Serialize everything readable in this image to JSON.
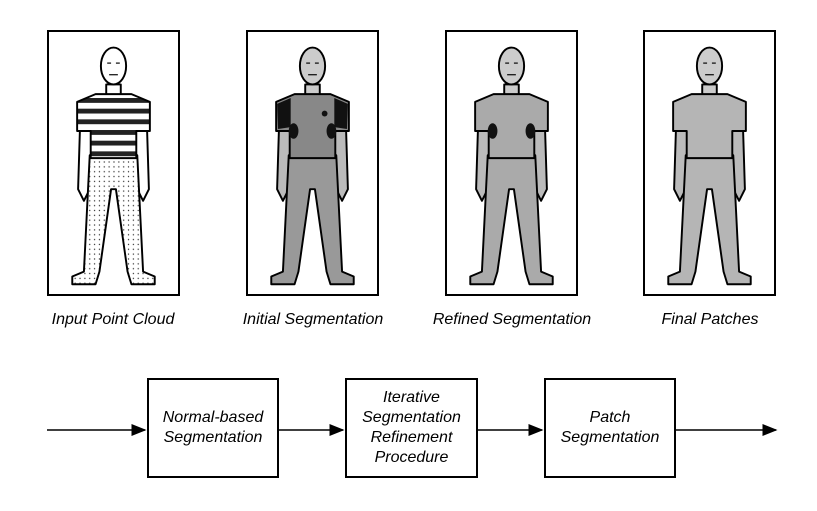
{
  "stages": [
    {
      "caption": "Input Point Cloud"
    },
    {
      "caption": "Initial Segmentation"
    },
    {
      "caption": "Refined Segmentation"
    },
    {
      "caption": "Final Patches"
    }
  ],
  "steps": [
    {
      "label": "Normal-based Segmentation"
    },
    {
      "label": "Iterative Segmentation Refinement Procedure"
    },
    {
      "label": "Patch Segmentation"
    }
  ]
}
